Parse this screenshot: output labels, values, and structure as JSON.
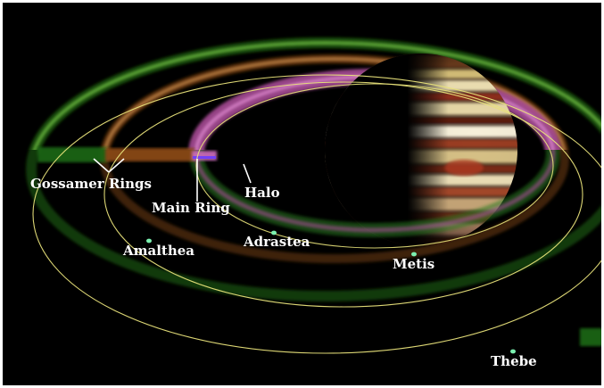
{
  "labels": {
    "gossamer_rings": "Gossamer Rings",
    "main_ring": "Main Ring",
    "halo": "Halo",
    "amalthea": "Amalthea",
    "adrastea": "Adrastea",
    "metis": "Metis",
    "thebe": "Thebe"
  },
  "colors": {
    "space": "#000000",
    "border": "#ffffff",
    "orbit": "#e8e27a",
    "outer_ring": "#7fd84c",
    "middle_ring": "#e6a25a",
    "main_ring": "#c86ab8",
    "moon": "#7cf0b0",
    "label": "#ffffff"
  }
}
